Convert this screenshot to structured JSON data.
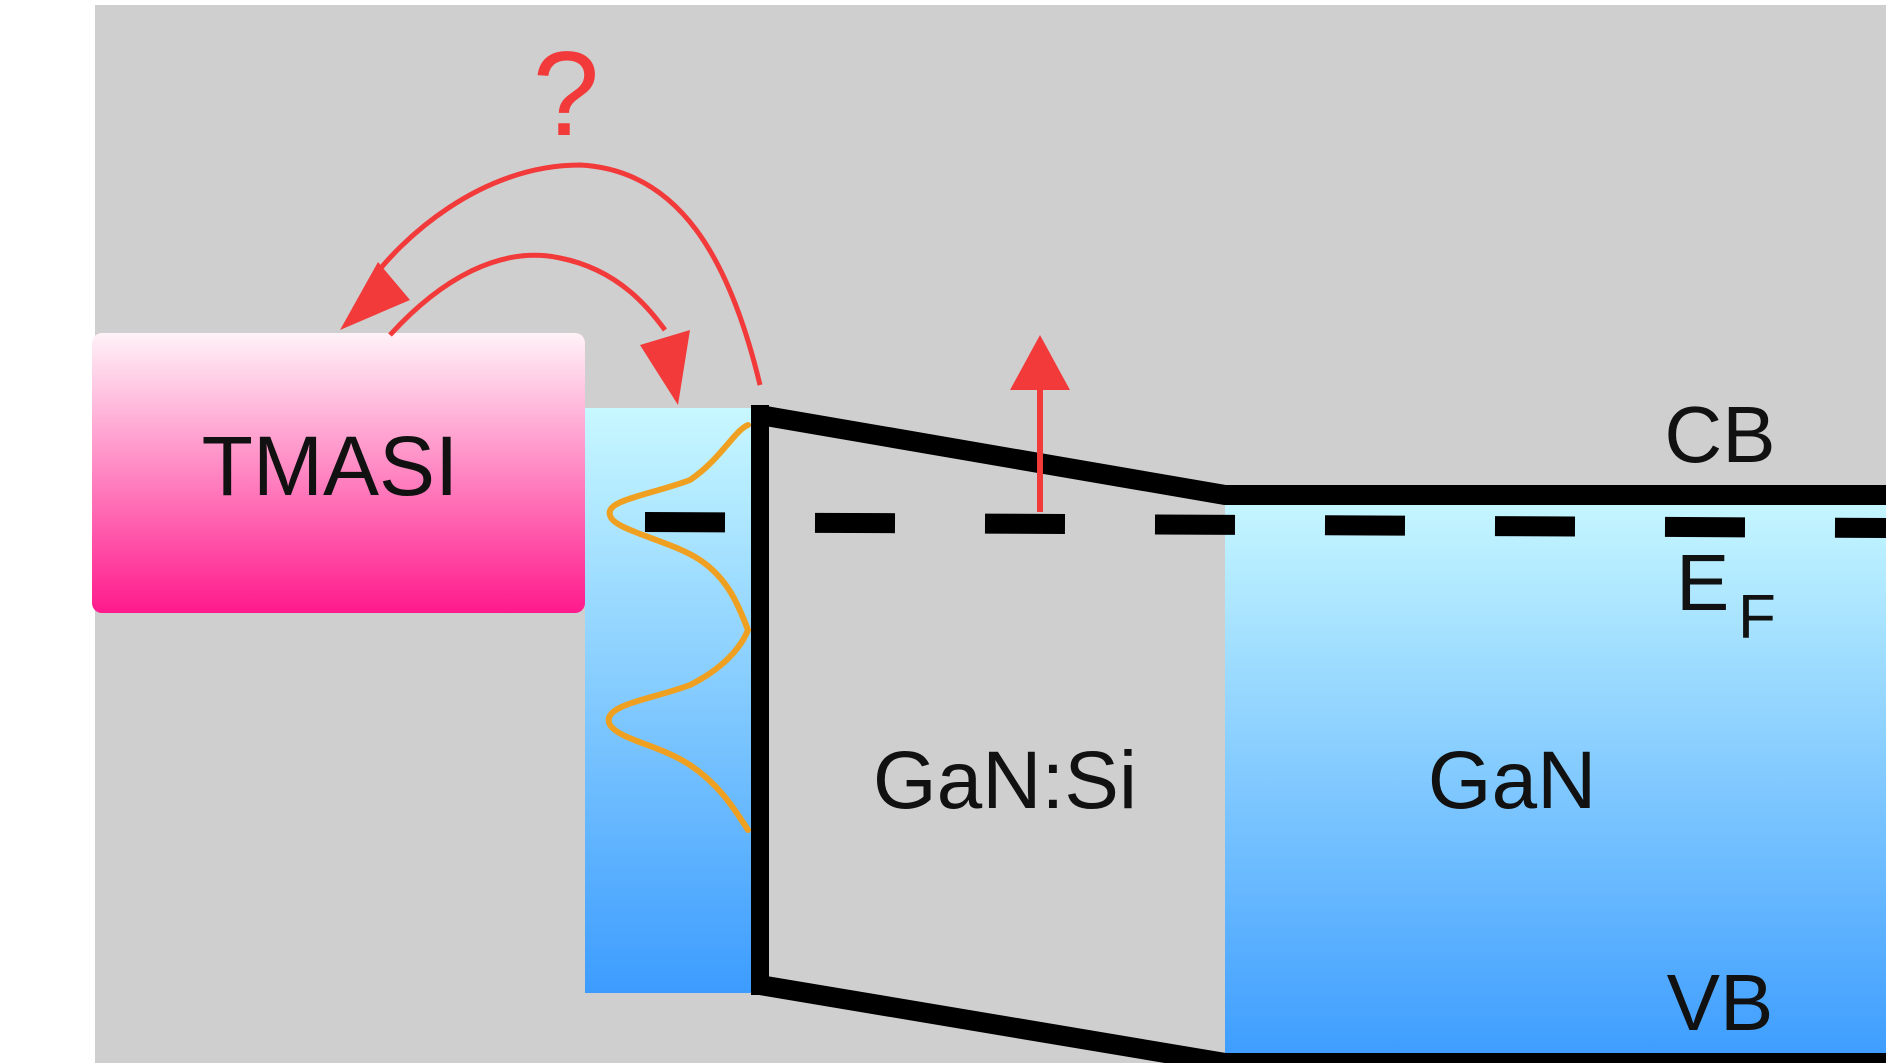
{
  "labels": {
    "question_mark": "?",
    "tmasi": "TMASI",
    "gan_si": "GaN:Si",
    "gan": "GaN",
    "cb": "CB",
    "vb": "VB",
    "ef_main": "E",
    "ef_sub": "F"
  },
  "colors": {
    "background": "#cfcfcf",
    "tmasi_top": "#ffeef6",
    "tmasi_bottom": "#ff1a8c",
    "blue_top": "#c8f8ff",
    "blue_bottom": "#3c9cff",
    "arrow_red": "#f23a3a",
    "band_black": "#000000",
    "wavefunction": "#f0a020"
  },
  "icons": {
    "arrow_up": "arrow-up-icon",
    "curved_arrows": "curved-arrow-icon"
  }
}
